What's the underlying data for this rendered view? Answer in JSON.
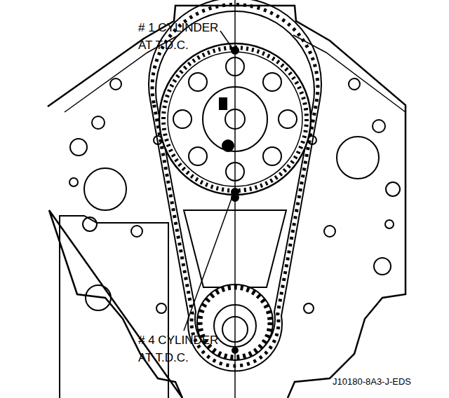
{
  "diagram": {
    "labels": [
      "# 1 CYLINDER AT T.D.C.",
      "# 4 CYLINDER AT T.D.C.",
      "J10180-8A3-J-EDS"
    ]
  }
}
